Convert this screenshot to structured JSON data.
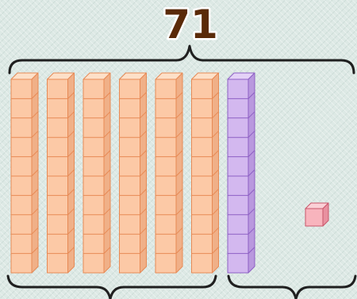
{
  "title": "71",
  "blocks": {
    "tens": {
      "count": 7,
      "units_per_rod": 10
    },
    "ones": {
      "count": 1
    }
  },
  "rods": [
    {
      "group": "tens",
      "color": "orange"
    },
    {
      "group": "tens",
      "color": "orange"
    },
    {
      "group": "tens",
      "color": "orange"
    },
    {
      "group": "tens",
      "color": "orange"
    },
    {
      "group": "tens",
      "color": "orange"
    },
    {
      "group": "tens",
      "color": "orange"
    },
    {
      "group": "tens",
      "color": "purple"
    }
  ],
  "colors": {
    "orange": {
      "front": "#fcc9a6",
      "top": "#fde0c8",
      "side": "#f0b088",
      "stroke": "#e78a55"
    },
    "purple": {
      "front": "#d3b8ef",
      "top": "#e4d2f7",
      "side": "#b998de",
      "stroke": "#8d5fc4"
    },
    "pink": {
      "front": "#f8b4bd",
      "top": "#fbd0d6",
      "side": "#e891a0",
      "stroke": "#c9566a"
    },
    "brace": "#1f1f1f",
    "label": "#5a2a08"
  }
}
